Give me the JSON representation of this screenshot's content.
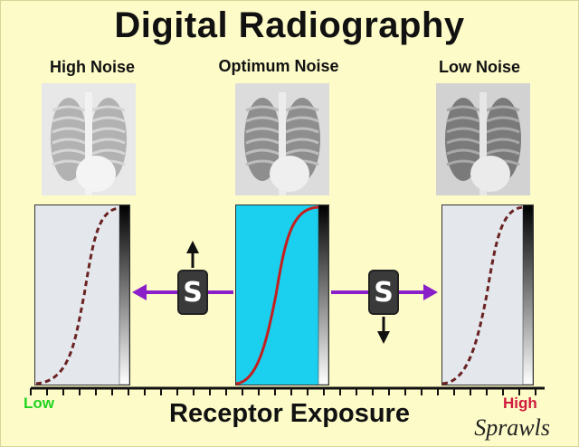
{
  "title": "Digital Radiography",
  "columns": [
    {
      "label": "High Noise",
      "brightness": "bright"
    },
    {
      "label": "Optimum Noise",
      "brightness": "medium"
    },
    {
      "label": "Low Noise",
      "brightness": "dark"
    }
  ],
  "adjust_label": "S",
  "axis": {
    "title": "Receptor Exposure",
    "low": "Low",
    "high": "High"
  },
  "signature": "Sprawls",
  "colors": {
    "background": "#fdfbc8",
    "optimum_panel": "#1ad0ee",
    "side_panel": "#e4e8ec",
    "curve_dashed": "#6b2222",
    "curve_solid": "#c42020",
    "arrow": "#8a1ec8",
    "low": "#21d321",
    "high": "#d01a3c"
  }
}
